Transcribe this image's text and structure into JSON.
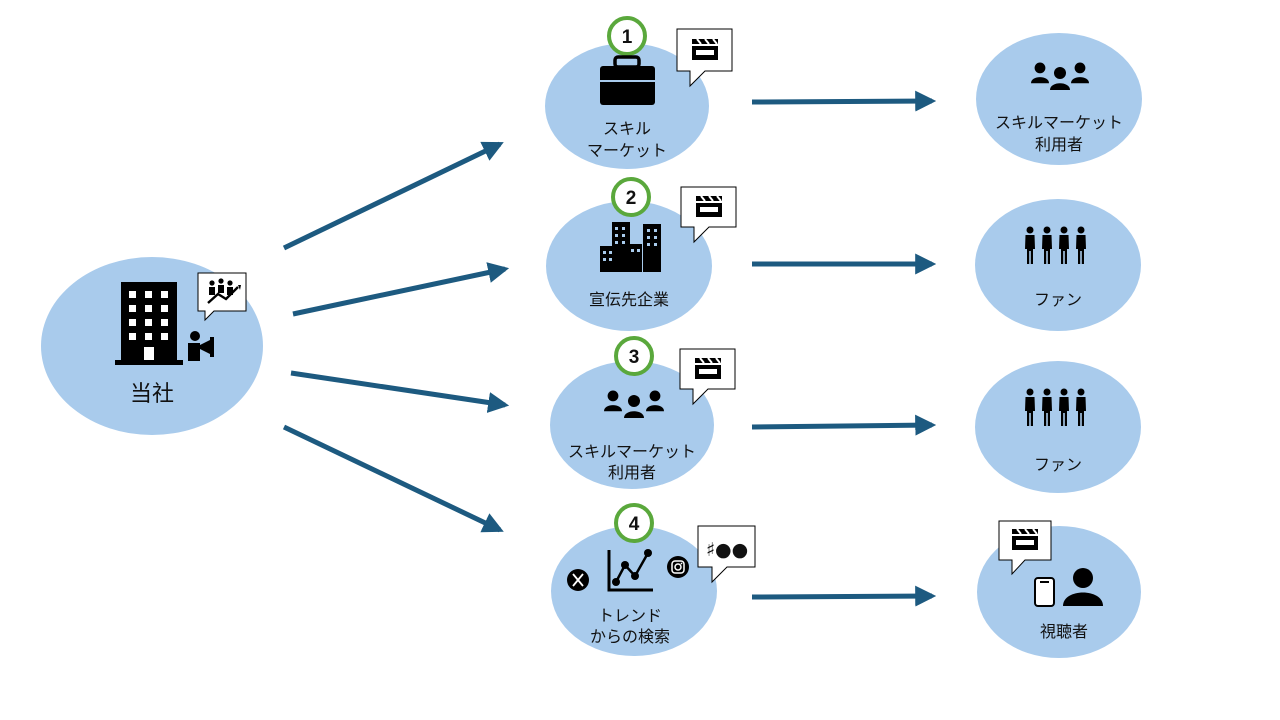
{
  "colors": {
    "node_fill": "#a9cbec",
    "arrow": "#1d5a80",
    "badge_ring": "#5aa83c",
    "icon": "#000000"
  },
  "source": {
    "label": "当社",
    "icons": [
      "office-building-icon",
      "megaphone-person-icon",
      "growth-chart-people-icon"
    ]
  },
  "channels": [
    {
      "number": "1",
      "label_lines": [
        "スキル",
        "マーケット"
      ],
      "icon": "briefcase-icon",
      "bubble": "clapperboard-icon"
    },
    {
      "number": "2",
      "label_lines": [
        "宣伝先企業"
      ],
      "icon": "city-buildings-icon",
      "bubble": "clapperboard-icon"
    },
    {
      "number": "3",
      "label_lines": [
        "スキルマーケット",
        "利用者"
      ],
      "icon": "user-group-icon",
      "bubble": "clapperboard-icon"
    },
    {
      "number": "4",
      "label_lines": [
        "トレンド",
        "からの検索"
      ],
      "icon": "trend-chart-icon",
      "bubble": "hashtag-bubble",
      "bubble_text": "♯●●",
      "side_icons": [
        "x-logo-icon",
        "instagram-icon"
      ]
    }
  ],
  "audiences": [
    {
      "label_lines": [
        "スキルマーケット",
        "利用者"
      ],
      "icon": "user-group-icon"
    },
    {
      "label_lines": [
        "ファン"
      ],
      "icon": "crowd-icon"
    },
    {
      "label_lines": [
        "ファン"
      ],
      "icon": "crowd-icon"
    },
    {
      "label_lines": [
        "視聴者"
      ],
      "icon": "viewer-phone-icon",
      "bubble": "clapperboard-icon"
    }
  ]
}
